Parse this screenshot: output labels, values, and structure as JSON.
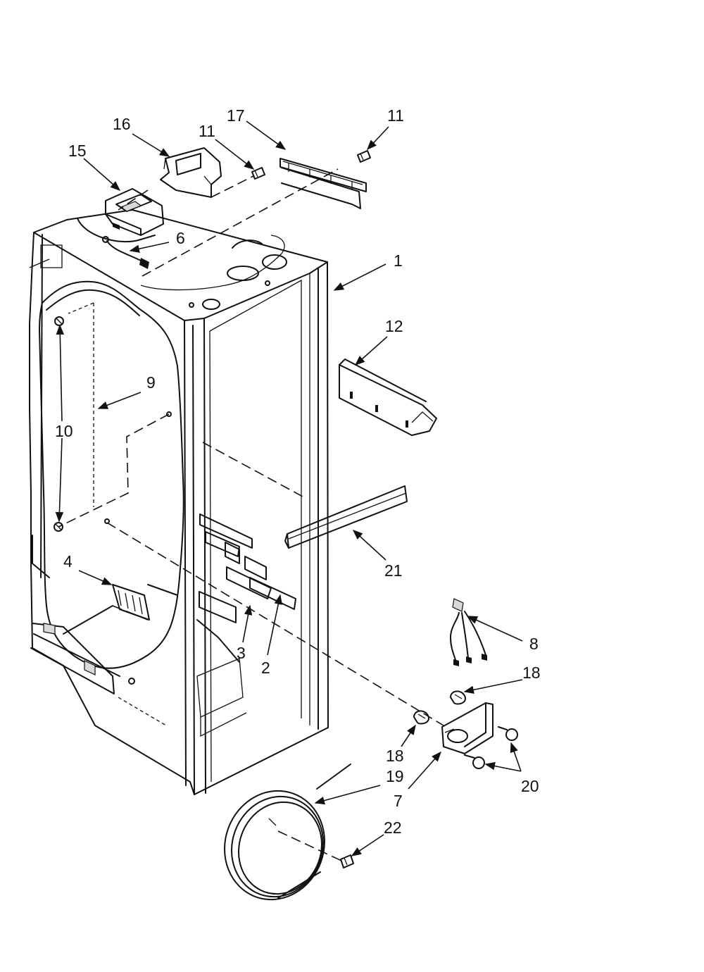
{
  "diagram": {
    "callouts": [
      {
        "id": "c1",
        "label": "1"
      },
      {
        "id": "c2",
        "label": "2"
      },
      {
        "id": "c3",
        "label": "3"
      },
      {
        "id": "c4",
        "label": "4"
      },
      {
        "id": "c6",
        "label": "6"
      },
      {
        "id": "c7",
        "label": "7"
      },
      {
        "id": "c8",
        "label": "8"
      },
      {
        "id": "c9",
        "label": "9"
      },
      {
        "id": "c10",
        "label": "10"
      },
      {
        "id": "c11a",
        "label": "11"
      },
      {
        "id": "c11b",
        "label": "11"
      },
      {
        "id": "c12",
        "label": "12"
      },
      {
        "id": "c15",
        "label": "15"
      },
      {
        "id": "c16",
        "label": "16"
      },
      {
        "id": "c17",
        "label": "17"
      },
      {
        "id": "c18a",
        "label": "18"
      },
      {
        "id": "c18b",
        "label": "18"
      },
      {
        "id": "c19",
        "label": "19"
      },
      {
        "id": "c20",
        "label": "20"
      },
      {
        "id": "c21",
        "label": "21"
      },
      {
        "id": "c22",
        "label": "22"
      }
    ]
  }
}
